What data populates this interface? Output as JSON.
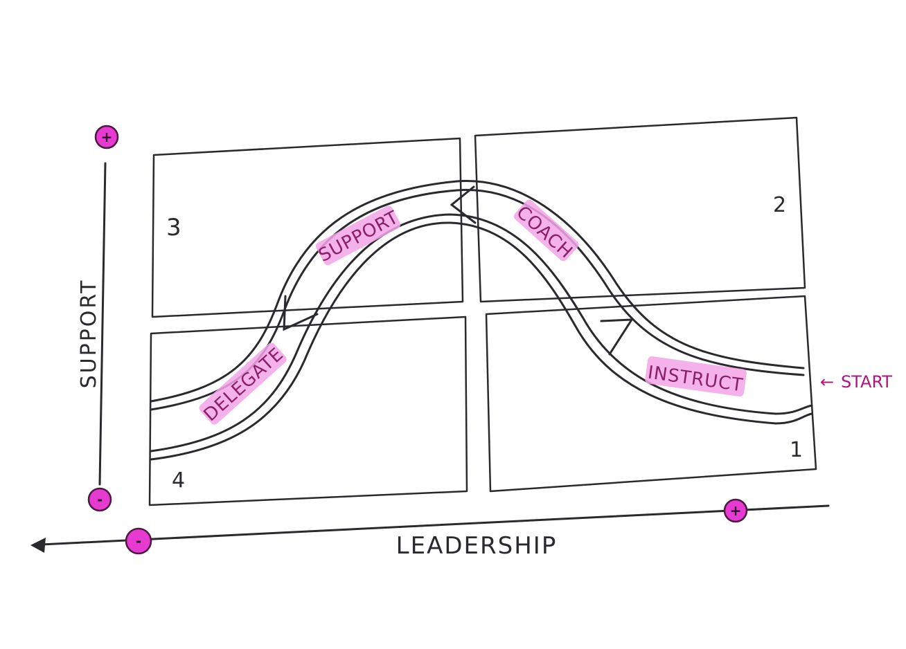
{
  "axes": {
    "y_label": "SUPPORT",
    "x_label": "LEADERSHIP",
    "y_top_sign": "+",
    "y_bottom_sign": "-",
    "x_left_sign": "-",
    "x_right_sign": "+"
  },
  "quadrants": {
    "q1": "1",
    "q2": "2",
    "q3": "3",
    "q4": "4"
  },
  "road_labels": {
    "instruct": "INSTRUCT",
    "coach": "COACH",
    "support": "SUPPORT",
    "delegate": "DELEGATE"
  },
  "start": {
    "arrow": "←",
    "label": "START"
  },
  "colors": {
    "ink": "#2a2a2e",
    "highlight": "#f2a3e6",
    "sign": "#e63ad1",
    "label": "#8a1f6a"
  }
}
